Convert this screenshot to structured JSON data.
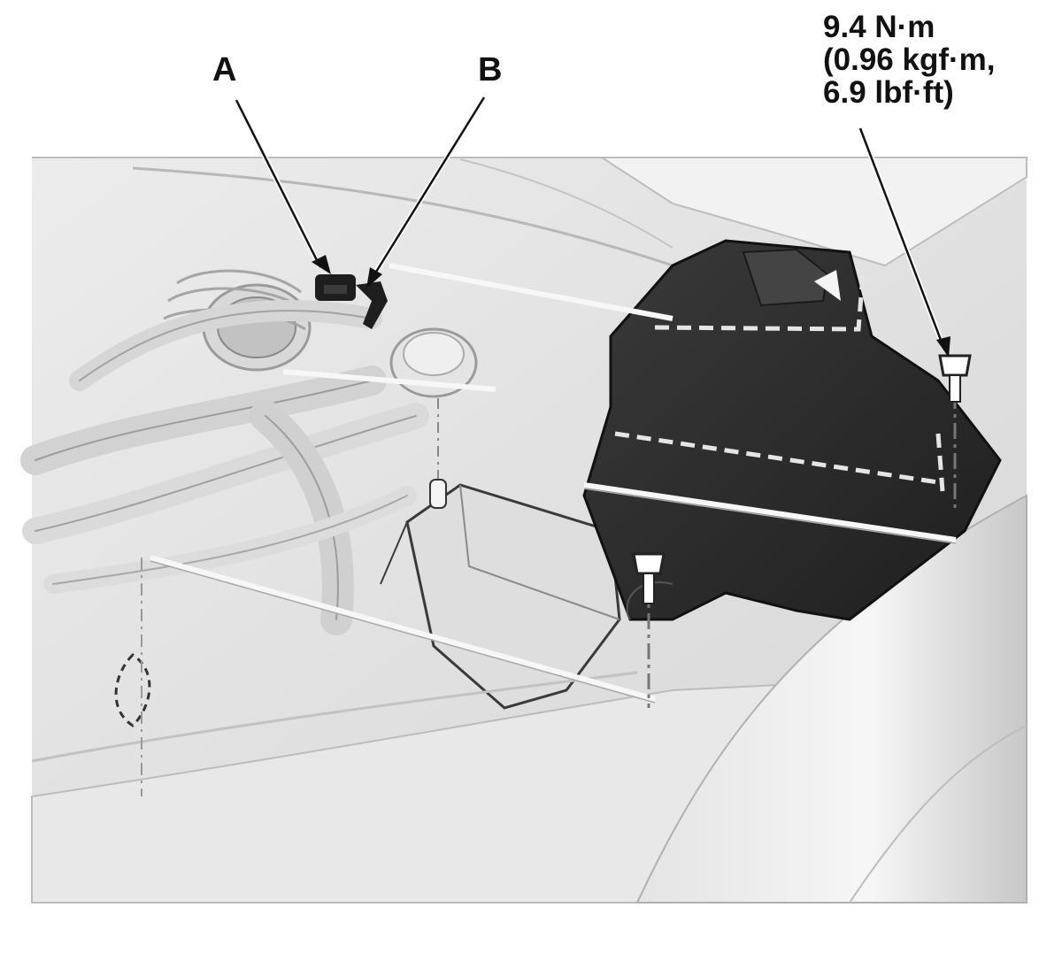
{
  "callouts": {
    "a": "A",
    "b": "B"
  },
  "torque_spec": {
    "line1": "9.4 N·m",
    "line2": "(0.96 kgf·m,",
    "line3": "6.9 lbf·ft)"
  },
  "colors": {
    "background": "#ffffff",
    "line_art": "#cfcfcf",
    "component_dark": "#2b2b2b",
    "text": "#111111"
  }
}
